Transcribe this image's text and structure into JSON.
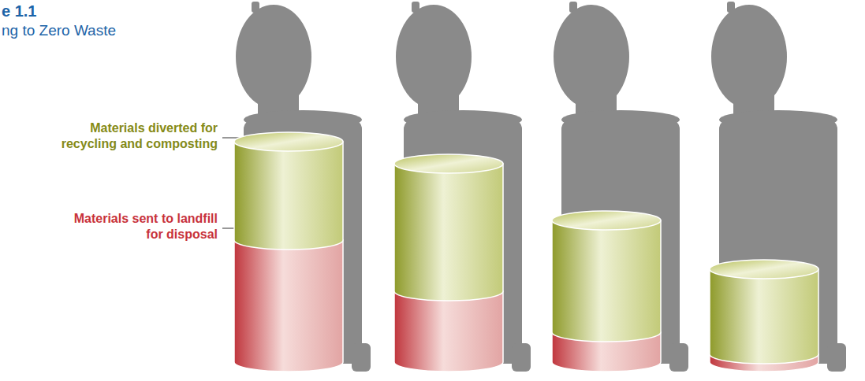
{
  "diagram": {
    "labels": [
      "e 1.1",
      "ng to Zero Waste",
      "Materials diverted for recycling and composting",
      "Materials sent to landfill for disposal"
    ]
  }
}
